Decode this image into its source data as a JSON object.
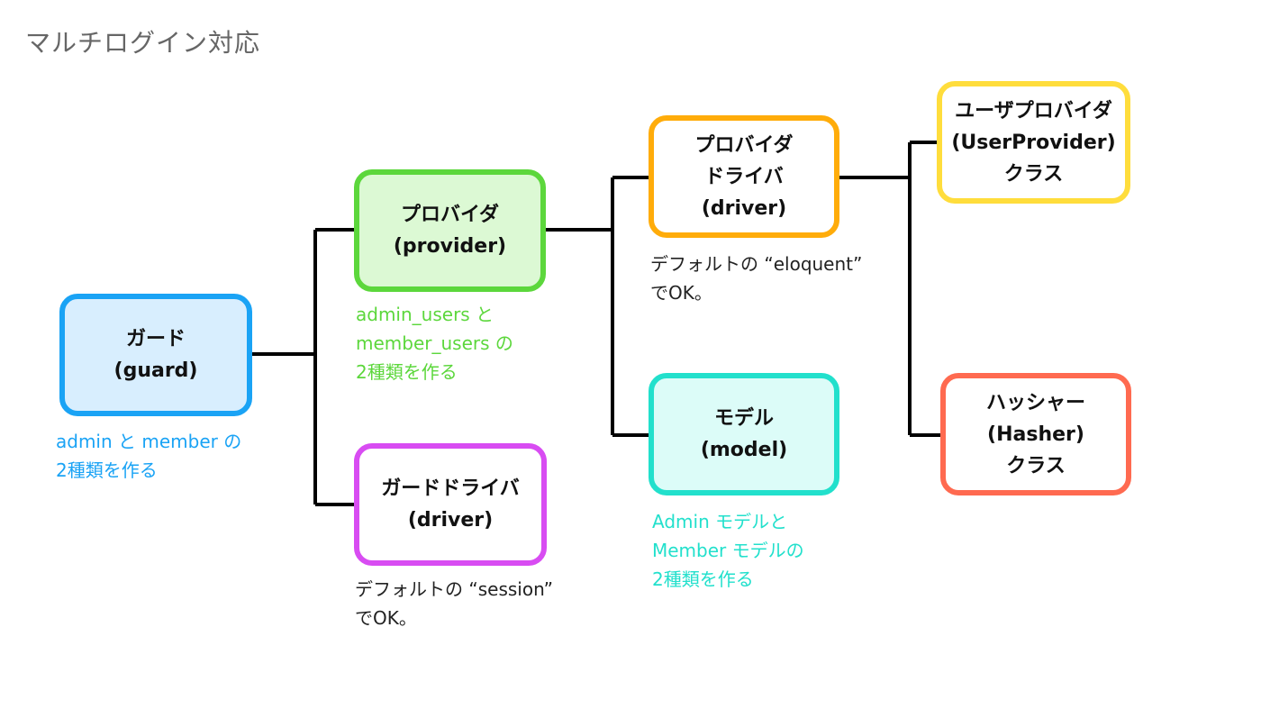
{
  "title": "マルチログイン対応",
  "colors": {
    "guard": "#1aa3f5",
    "provider": "#5cd73c",
    "guard_driver": "#d84cf2",
    "provider_driver": "#ffac0a",
    "model": "#22e0cc",
    "user_provider": "#ffdd3c",
    "hasher": "#ff6a50",
    "connector": "#000000"
  },
  "nodes": {
    "guard": {
      "line1": "ガード",
      "line2": "(guard)"
    },
    "provider": {
      "line1": "プロバイダ",
      "line2": "(provider)"
    },
    "guard_driver": {
      "line1": "ガードドライバ",
      "line2": "(driver)"
    },
    "provider_driver": {
      "line1": "プロバイダ",
      "line2": "ドライバ",
      "line3": "(driver)"
    },
    "model": {
      "line1": "モデル",
      "line2": "(model)"
    },
    "user_provider": {
      "line1": "ユーザプロバイダ",
      "line2": "(UserProvider)",
      "line3": "クラス"
    },
    "hasher": {
      "line1": "ハッシャー",
      "line2": "(Hasher)",
      "line3": "クラス"
    }
  },
  "notes": {
    "guard": {
      "line1": "admin と member の",
      "line2": "2種類を作る"
    },
    "provider": {
      "line1": "admin_users と",
      "line2": "member_users の",
      "line3": "2種類を作る"
    },
    "guard_driver": {
      "line1": "デフォルトの “session”",
      "line2": "でOK。"
    },
    "provider_driver": {
      "line1": "デフォルトの “eloquent”",
      "line2": "でOK。"
    },
    "model": {
      "line1": "Admin モデルと",
      "line2": "Member モデルの",
      "line3": "2種類を作る"
    }
  }
}
